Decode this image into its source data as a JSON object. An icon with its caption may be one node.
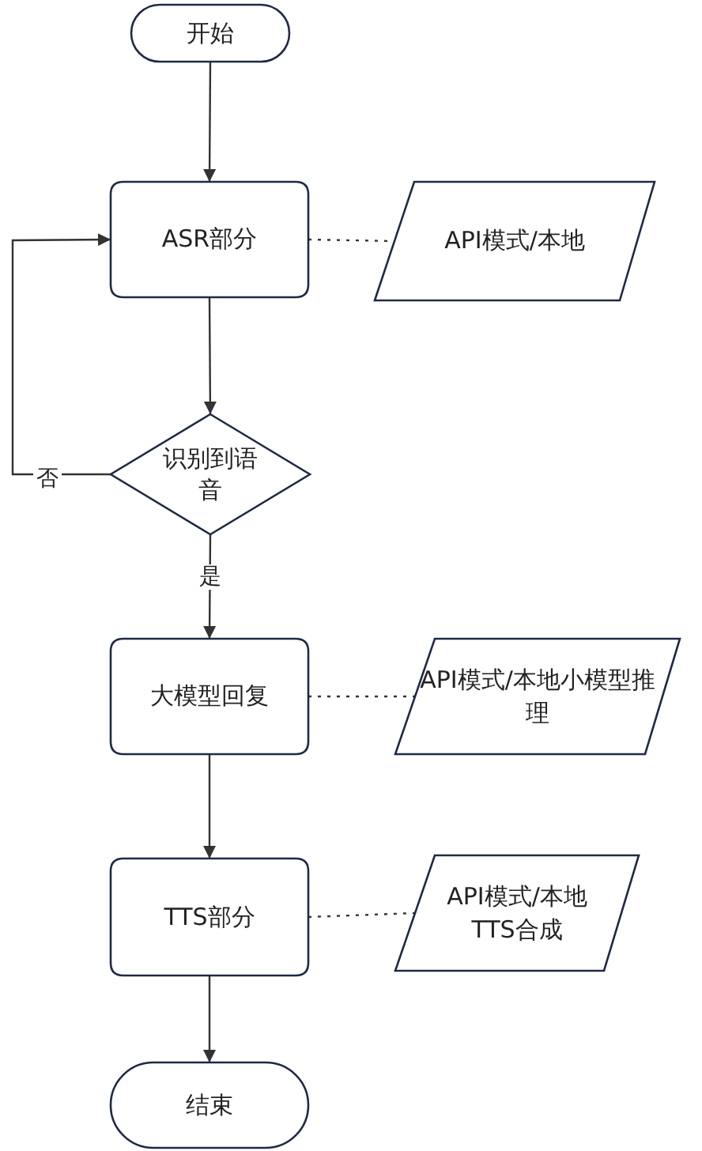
{
  "diagram": {
    "nodes": [
      {
        "text": [
          "开始"
        ]
      },
      {
        "text": [
          "ASR部分"
        ]
      },
      {
        "text": [
          "API模式/本地"
        ]
      },
      {
        "text": [
          "识别到语音"
        ]
      },
      {
        "text": [
          "大模型回复"
        ]
      },
      {
        "text": [
          "API模式/本地小模型推理"
        ]
      },
      {
        "text": [
          "TTS部分"
        ]
      },
      {
        "text": [
          "API模式/本地TTS合成"
        ]
      },
      {
        "text": [
          "结束"
        ]
      }
    ],
    "edges": [
      {
        "from": 0,
        "to": 1,
        "arrow": "to"
      },
      {
        "from": 1,
        "to": 2,
        "arrow": "none",
        "style": "dashed"
      },
      {
        "from": 1,
        "to": 3,
        "arrow": "to"
      },
      {
        "from": 3,
        "to": 1,
        "arrow": "to",
        "label": "否"
      },
      {
        "from": 3,
        "to": 4,
        "arrow": "to",
        "label": "是"
      },
      {
        "from": 4,
        "to": 5,
        "arrow": "none",
        "style": "dashed"
      },
      {
        "from": 4,
        "to": 6,
        "arrow": "to"
      },
      {
        "from": 6,
        "to": 7,
        "arrow": "none",
        "style": "dashed"
      },
      {
        "from": 6,
        "to": 8,
        "arrow": "to"
      }
    ]
  }
}
